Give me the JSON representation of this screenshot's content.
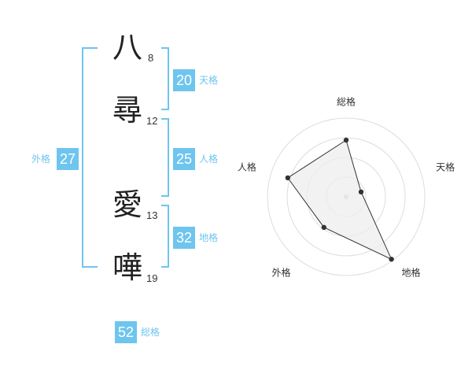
{
  "name_chars": [
    {
      "char": "八",
      "strokes": "8"
    },
    {
      "char": "尋",
      "strokes": "12"
    },
    {
      "char": "愛",
      "strokes": "13"
    },
    {
      "char": "嘩",
      "strokes": "19"
    }
  ],
  "fortunes": {
    "tenkaku": {
      "label": "天格",
      "value": "20"
    },
    "jinkaku": {
      "label": "人格",
      "value": "25"
    },
    "chikaku": {
      "label": "地格",
      "value": "32"
    },
    "gaikaku": {
      "label": "外格",
      "value": "27"
    },
    "soukaku": {
      "label": "総格",
      "value": "52"
    }
  },
  "colors": {
    "accent": "#6ec5ee",
    "text": "#222222",
    "radar_fill": "#eeeeee",
    "radar_line": "#333333",
    "grid": "#dddddd"
  },
  "chart_data": {
    "type": "radar",
    "axes": [
      "総格",
      "天格",
      "地格",
      "外格",
      "人格"
    ],
    "max": 5,
    "rings": 4,
    "values": [
      3.6,
      1.0,
      4.9,
      2.4,
      3.9
    ]
  }
}
